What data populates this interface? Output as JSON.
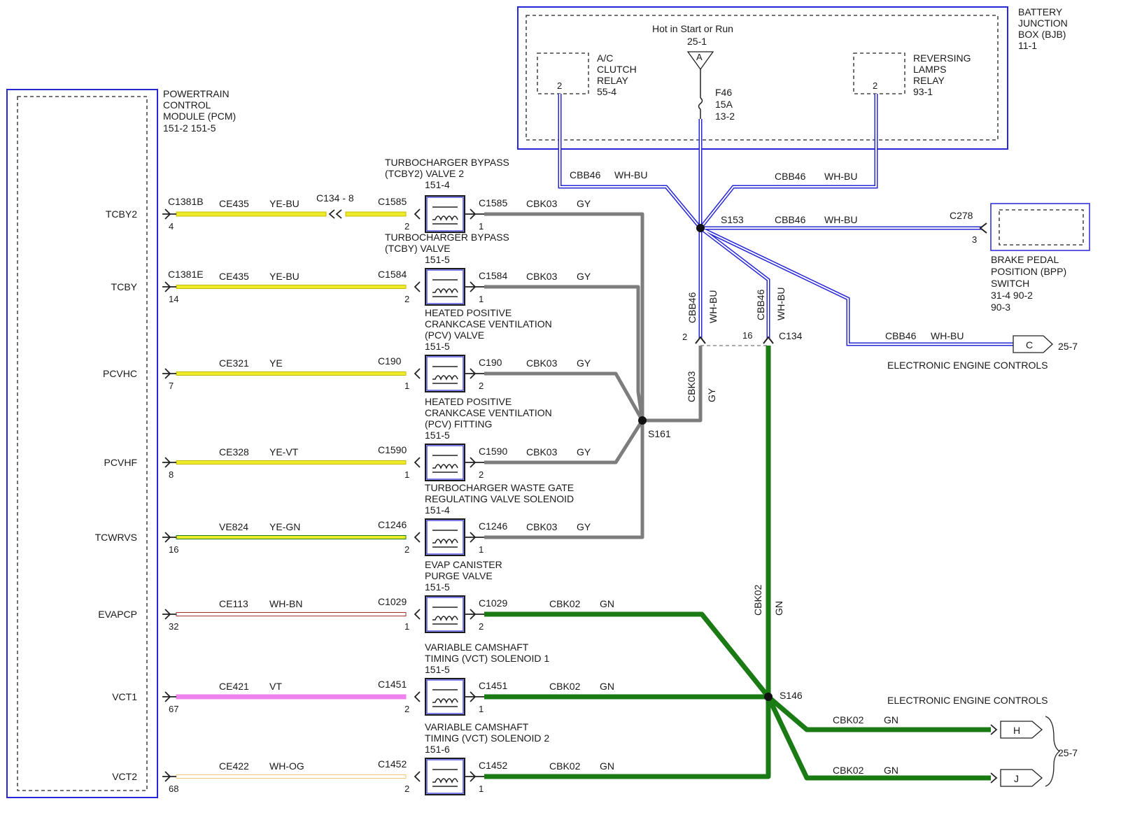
{
  "pcm": {
    "l1": "POWERTRAIN",
    "l2": "CONTROL",
    "l3": "MODULE (PCM)",
    "l4": "151-2    151-5"
  },
  "bjb": {
    "l1": "BATTERY",
    "l2": "JUNCTION",
    "l3": "BOX (BJB)",
    "l4": "11-1"
  },
  "hot": {
    "title": "Hot in Start or Run",
    "ref": "25-1",
    "letter": "A"
  },
  "fuse": {
    "name": "F46",
    "rating": "15A",
    "ref": "13-2"
  },
  "ac_relay": {
    "l1": "A/C",
    "l2": "CLUTCH",
    "l3": "RELAY",
    "l4": "55-4",
    "pin": "2"
  },
  "rev_relay": {
    "l1": "REVERSING",
    "l2": "LAMPS",
    "l3": "RELAY",
    "l4": "93-1",
    "pin": "2"
  },
  "bpp": {
    "l1": "BRAKE PEDAL",
    "l2": "POSITION (BPP)",
    "l3": "SWITCH",
    "l4": "31-4    90-2",
    "l5": "90-3",
    "conn": "C278",
    "pin": "3"
  },
  "bus": {
    "circuit": "CBB46",
    "color": "WH-BU"
  },
  "splices": {
    "s153": "S153",
    "s161": "S161",
    "s146": "S146"
  },
  "c134": {
    "name": "C134",
    "pin2": "2",
    "pin16": "16"
  },
  "gy_circ": {
    "circuit": "CBK03",
    "color": "GY"
  },
  "gn_circ": {
    "circuit": "CBK02",
    "color": "GN"
  },
  "eec": {
    "title": "ELECTRONIC ENGINE CONTROLS",
    "ref": "25-7",
    "c": "C",
    "h": "H",
    "j": "J"
  },
  "rows": [
    {
      "signal": "TCBY2",
      "pcm_conn": "C1381B",
      "pcm_pin": "4",
      "wire": "CE435",
      "wire_color": "YE-BU",
      "inline": "C134 - 8",
      "dev_conn": "C1585",
      "dev_pin_in": "2",
      "dev_pin_out": "1",
      "out_circuit": "CBK03",
      "out_color": "GY",
      "title": [
        "TURBOCHARGER BYPASS",
        "(TCBY2) VALVE 2",
        "151-4"
      ]
    },
    {
      "signal": "TCBY",
      "pcm_conn": "C1381E",
      "pcm_pin": "14",
      "wire": "CE435",
      "wire_color": "YE-BU",
      "dev_conn": "C1584",
      "dev_pin_in": "2",
      "dev_pin_out": "1",
      "out_circuit": "CBK03",
      "out_color": "GY",
      "title": [
        "TURBOCHARGER BYPASS",
        "(TCBY) VALVE",
        "151-5"
      ]
    },
    {
      "signal": "PCVHC",
      "pcm_conn": "",
      "pcm_pin": "7",
      "wire": "CE321",
      "wire_color": "YE",
      "dev_conn": "C190",
      "dev_pin_in": "1",
      "dev_pin_out": "2",
      "out_circuit": "CBK03",
      "out_color": "GY",
      "title": [
        "HEATED POSITIVE",
        "CRANKCASE VENTILATION",
        "(PCV) VALVE",
        "151-5"
      ]
    },
    {
      "signal": "PCVHF",
      "pcm_conn": "",
      "pcm_pin": "8",
      "wire": "CE328",
      "wire_color": "YE-VT",
      "dev_conn": "C1590",
      "dev_pin_in": "1",
      "dev_pin_out": "2",
      "out_circuit": "CBK03",
      "out_color": "GY",
      "title": [
        "HEATED POSITIVE",
        "CRANKCASE VENTILATION",
        "(PCV) FITTING",
        "151-5"
      ]
    },
    {
      "signal": "TCWRVS",
      "pcm_conn": "",
      "pcm_pin": "16",
      "wire": "VE824",
      "wire_color": "YE-GN",
      "dev_conn": "C1246",
      "dev_pin_in": "2",
      "dev_pin_out": "1",
      "out_circuit": "CBK03",
      "out_color": "GY",
      "title": [
        "TURBOCHARGER WASTE GATE",
        "REGULATING VALVE SOLENOID",
        "151-4"
      ]
    },
    {
      "signal": "EVAPCP",
      "pcm_conn": "",
      "pcm_pin": "32",
      "wire": "CE113",
      "wire_color": "WH-BN",
      "dev_conn": "C1029",
      "dev_pin_in": "1",
      "dev_pin_out": "2",
      "out_circuit": "CBK02",
      "out_color": "GN",
      "title": [
        "EVAP CANISTER",
        "PURGE VALVE",
        "151-5"
      ]
    },
    {
      "signal": "VCT1",
      "pcm_conn": "",
      "pcm_pin": "67",
      "wire": "CE421",
      "wire_color": "VT",
      "dev_conn": "C1451",
      "dev_pin_in": "2",
      "dev_pin_out": "1",
      "out_circuit": "CBK02",
      "out_color": "GN",
      "title": [
        "VARIABLE CAMSHAFT",
        "TIMING (VCT) SOLENOID 1",
        "151-5"
      ]
    },
    {
      "signal": "VCT2",
      "pcm_conn": "",
      "pcm_pin": "68",
      "wire": "CE422",
      "wire_color": "WH-OG",
      "dev_conn": "C1452",
      "dev_pin_in": "2",
      "dev_pin_out": "1",
      "out_circuit": "CBK02",
      "out_color": "GN",
      "title": [
        "VARIABLE CAMSHAFT",
        "TIMING (VCT) SOLENOID 2",
        "151-6"
      ]
    }
  ],
  "colors": {
    "blue": "#2727d8",
    "gy": "#7d7d7d",
    "gn": "#1a7a14",
    "ye": "#ecec2a",
    "ye_dark": "#c9b800",
    "vt": "#ee82ee",
    "bn": "#a0302a",
    "og": "#f5c57a",
    "dash": "#222222"
  }
}
